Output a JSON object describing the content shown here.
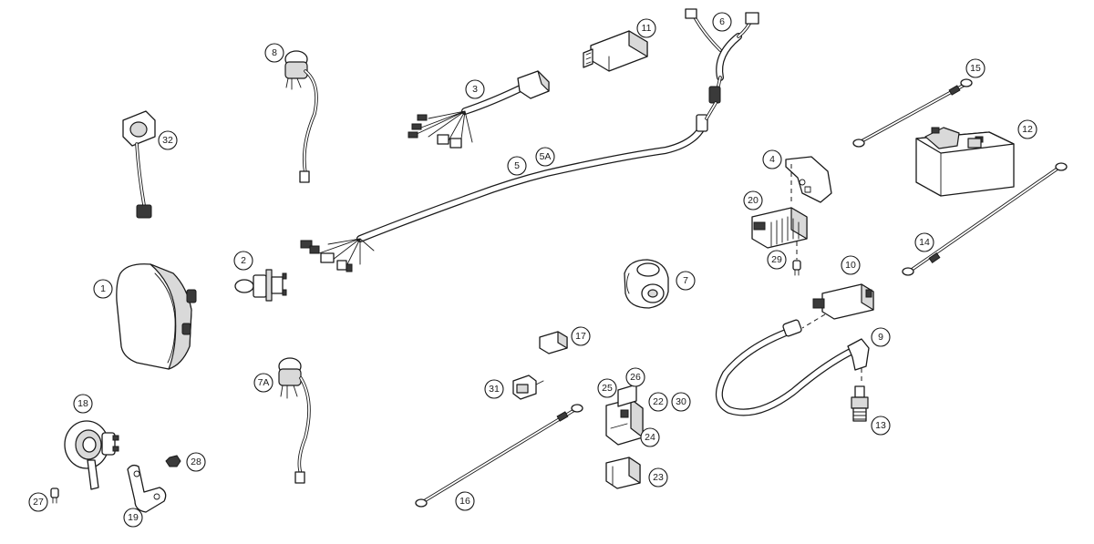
{
  "callouts": [
    {
      "id": "c1",
      "label": "1"
    },
    {
      "id": "c2",
      "label": "2"
    },
    {
      "id": "c3",
      "label": "3"
    },
    {
      "id": "c4",
      "label": "4"
    },
    {
      "id": "c5",
      "label": "5"
    },
    {
      "id": "c5a",
      "label": "5A"
    },
    {
      "id": "c6",
      "label": "6"
    },
    {
      "id": "c7",
      "label": "7"
    },
    {
      "id": "c7a",
      "label": "7A"
    },
    {
      "id": "c8",
      "label": "8"
    },
    {
      "id": "c9",
      "label": "9"
    },
    {
      "id": "c10",
      "label": "10"
    },
    {
      "id": "c11",
      "label": "11"
    },
    {
      "id": "c12",
      "label": "12"
    },
    {
      "id": "c13",
      "label": "13"
    },
    {
      "id": "c14",
      "label": "14"
    },
    {
      "id": "c15",
      "label": "15"
    },
    {
      "id": "c16",
      "label": "16"
    },
    {
      "id": "c17",
      "label": "17"
    },
    {
      "id": "c18",
      "label": "18"
    },
    {
      "id": "c19",
      "label": "19"
    },
    {
      "id": "c20",
      "label": "20"
    },
    {
      "id": "c22",
      "label": "22"
    },
    {
      "id": "c23",
      "label": "23"
    },
    {
      "id": "c24",
      "label": "24"
    },
    {
      "id": "c25",
      "label": "25"
    },
    {
      "id": "c26",
      "label": "26"
    },
    {
      "id": "c27",
      "label": "27"
    },
    {
      "id": "c28",
      "label": "28"
    },
    {
      "id": "c29",
      "label": "29"
    },
    {
      "id": "c30",
      "label": "30"
    },
    {
      "id": "c31",
      "label": "31"
    },
    {
      "id": "c32",
      "label": "32"
    }
  ]
}
